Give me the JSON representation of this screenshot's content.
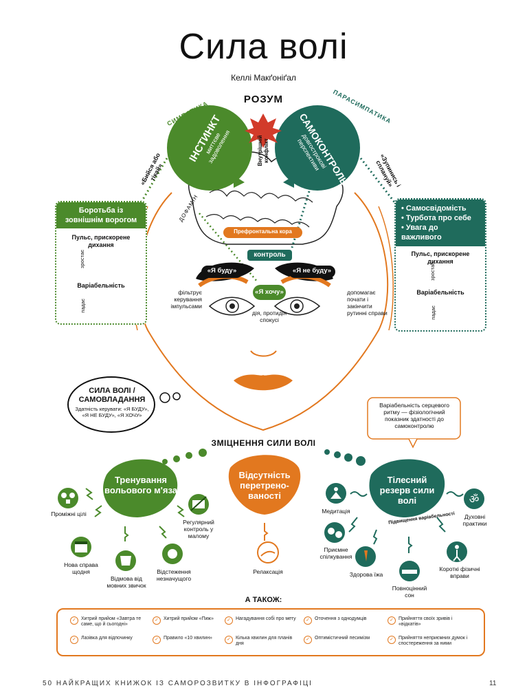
{
  "title": "Сила волі",
  "author": "Келлі Макґоніґал",
  "mind": "РОЗУМ",
  "sympathetic": "СИМПАТИКА",
  "parasympathetic": "ПАРАСИМПАТИКА",
  "instinct": {
    "title": "ІНСТИНКТ",
    "sub": "миттєве задоволення"
  },
  "selfcontrol": {
    "title": "САМОКОНТРОЛЬ",
    "sub": "довгострокові перспективи"
  },
  "inner_conflict": "Внутрішній конфлікт",
  "fight_or_flight": "«Бийся або тікай»",
  "stop_and_plan": "«Зупинись і сплануй»",
  "dopamine": "ДОФАМІН",
  "prefrontal": "Префронтальна кора",
  "control": "контроль",
  "i_will": "«Я буду»",
  "i_wont": "«Я не буду»",
  "i_want": "«Я хочу»",
  "filters": "фільтрує керування імпульсами",
  "helps": "допомагає почати і закінчити рутинні справи",
  "action": "дія, протидія спокусі",
  "left_box": {
    "header": "Боротьба із зовнішнім ворогом",
    "pulse": "Пульс, прискорене дихання",
    "rises": "зростає",
    "variability": "Варіабельність",
    "falls": "падає"
  },
  "right_box": {
    "items": [
      "Самосвідомість",
      "Турбота про себе",
      "Увага до важливого"
    ],
    "pulse": "Пульс, прискорене дихання",
    "rises": "зростає",
    "variability": "Варіабельність",
    "falls": "падає"
  },
  "bubble": {
    "title": "СИЛА ВОЛІ / САМОВЛАДАННЯ",
    "text": "Здатність керувати: «Я БУДУ», «Я НЕ БУДУ», «Я ХОЧУ»"
  },
  "hrv_note": "Варіабельність серцевого ритму — фізіологічний показник здатності до самоконтролю",
  "strengthening": "ЗМІЦНЕННЯ СИЛИ ВОЛІ",
  "muscle": "Тренування вольового м'яза",
  "no_overload": "Відсутність перетрено-ваності",
  "body_reserve": "Тілесний резерв сили волі",
  "hrv_rise": "Підвищення варіабельності",
  "left_items": [
    "Проміжні цілі",
    "Нова справа щодня",
    "Відмова від мовних звичок",
    "Відстеження незначущого",
    "Регулярний контроль у малому"
  ],
  "relax": "Релаксація",
  "right_items": [
    "Медитація",
    "Приємне спілкування",
    "Здорова їжа",
    "Повноцінний сон",
    "Короткі фізичні вправи",
    "Духовні практики"
  ],
  "also_title": "А ТАКОЖ:",
  "also": [
    "Хитрий прийом «Завтра те саме, що й сьогодні»",
    "Хитрий прийом «Пиж»",
    "Нагадування собі про мету",
    "Оточення з однодумців",
    "Прийняття своїх зривів і «відкатів»",
    "Лазівка для відпочинку",
    "Правило «10 хвилин»",
    "Кілька хвилин для планів дня",
    "Оптимістичний песимізм",
    "Прийняття неприємних думок і спостереження за ними"
  ],
  "footer": "50 НАЙКРАЩИХ КНИЖОК ІЗ САМОРОЗВИТКУ В ІНФОГРАФІЦІ",
  "page": "11",
  "colors": {
    "green": "#4b8a2b",
    "teal": "#1f6b5c",
    "orange": "#e2781f",
    "red": "#d23b2a"
  }
}
